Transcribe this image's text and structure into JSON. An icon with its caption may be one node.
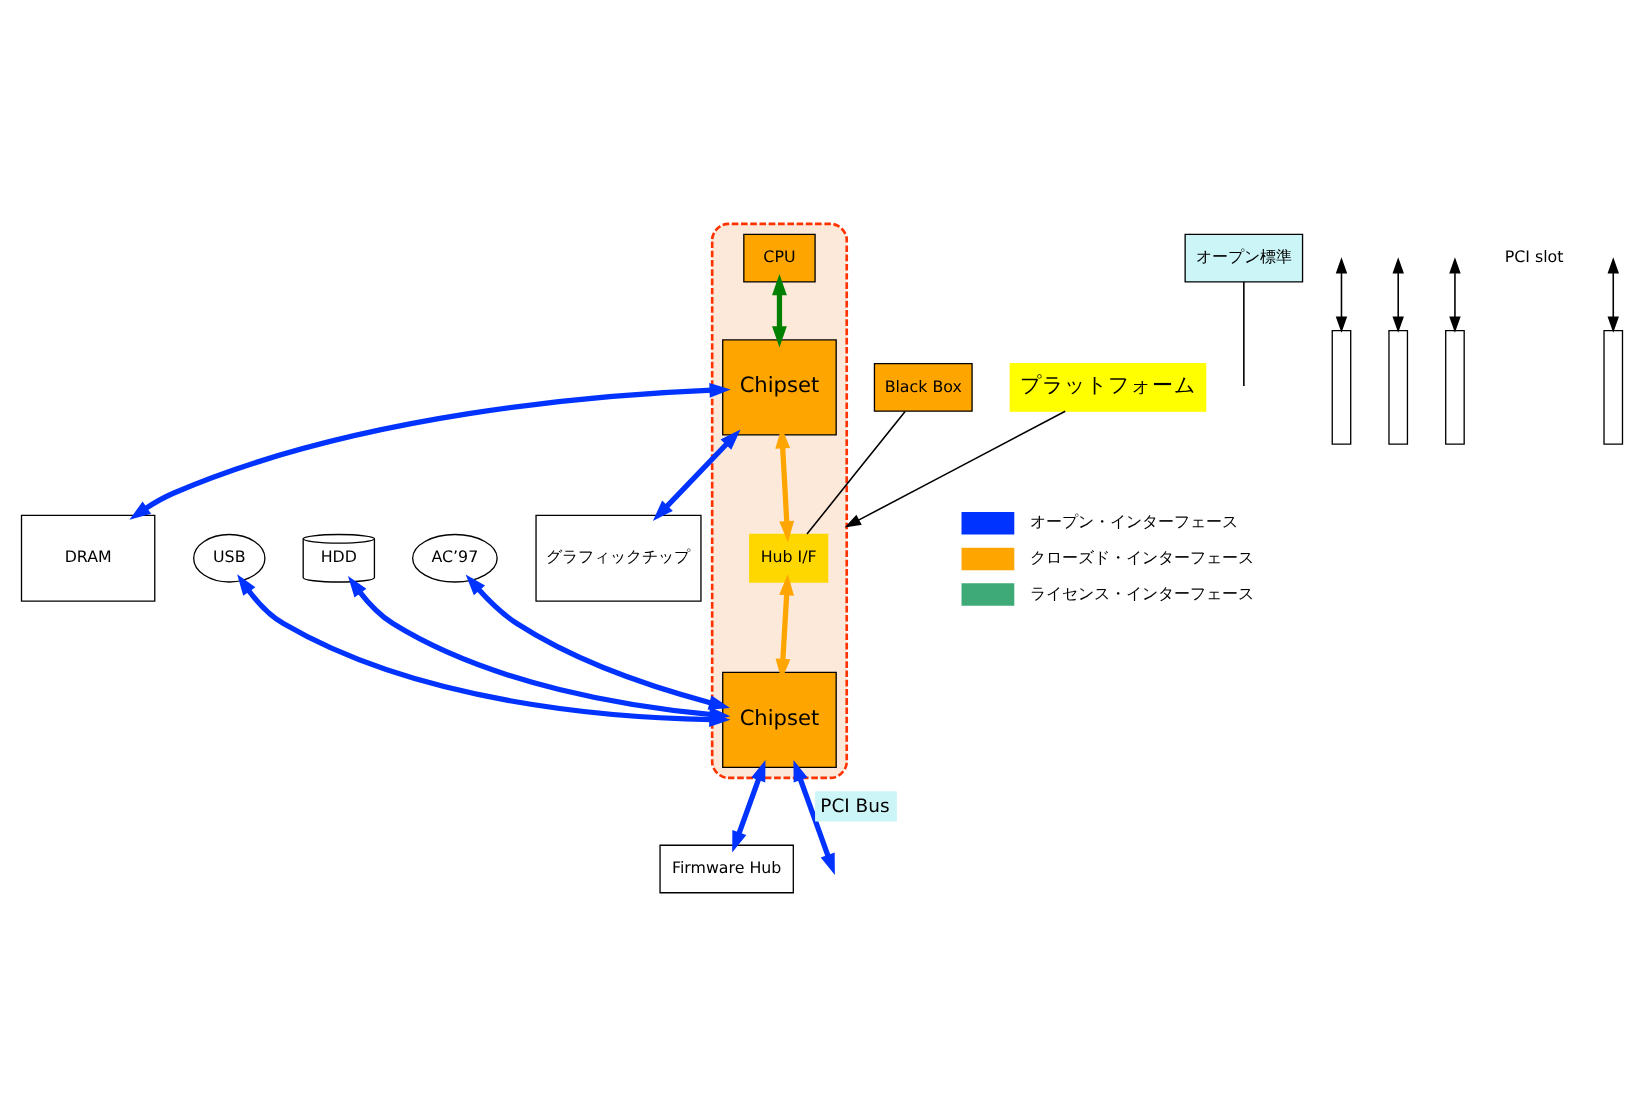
{
  "diagram": {
    "nodes": [
      {
        "text": [],
        "shape": "box"
      },
      {
        "text": [
          "CPU"
        ],
        "in": 0
      },
      {
        "text": [
          "Chipset"
        ],
        "in": 0
      },
      {
        "text": [
          "Hub I/F"
        ],
        "in": 0
      },
      {
        "text": [
          "Chipset"
        ],
        "in": 0
      },
      {
        "text": [
          "グラフィックチップ"
        ]
      },
      {
        "text": [
          "DRAM"
        ]
      },
      {
        "text": [
          "AC’97"
        ]
      },
      {
        "text": [
          "USB"
        ]
      },
      {
        "text": [
          "HDD"
        ]
      },
      {
        "text": [
          "Firmware Hub"
        ]
      },
      {
        "text": [
          "プラットフォーム"
        ]
      },
      {
        "text": [
          "Black Box"
        ]
      },
      {
        "text": [
          "オープン標準"
        ]
      },
      {
        "text": [],
        "shape": "bar"
      },
      {
        "text": [],
        "shape": "bar"
      },
      {
        "text": [],
        "shape": "bar"
      },
      {
        "text": [],
        "shape": "bar"
      }
    ],
    "edges": [
      {
        "from": 1,
        "to": 2,
        "arrow": "both",
        "color": "#008000"
      },
      {
        "from": 5,
        "to": 2,
        "arrow": "both"
      },
      {
        "from": 2,
        "to": 6,
        "arrow": "both"
      },
      {
        "from": 2,
        "to": 3,
        "arrow": "both",
        "color": "#ffa500"
      },
      {
        "from": 3,
        "to": 4,
        "arrow": "both",
        "color": "#ffa500"
      },
      {
        "from": 7,
        "to": 4,
        "arrow": "both"
      },
      {
        "from": 8,
        "to": 4,
        "arrow": "both"
      },
      {
        "from": 9,
        "to": 4,
        "arrow": "both"
      },
      {
        "from": 4,
        "to": 10,
        "arrow": "both"
      },
      {
        "from": 4,
        "to": null,
        "arrow": "both",
        "label": "PCI Bus"
      },
      {
        "from": 11,
        "to": 0,
        "arrow": "to",
        "color": "#000000"
      },
      {
        "from": 12,
        "to": 3,
        "arrow": "none",
        "color": "#000000"
      },
      {
        "from": 13,
        "to": null,
        "arrow": "none",
        "color": "#000000"
      },
      {
        "from": null,
        "to": 14,
        "arrow": "both",
        "color": "#000000"
      },
      {
        "from": null,
        "to": 15,
        "arrow": "both",
        "color": "#000000"
      },
      {
        "from": null,
        "to": 16,
        "arrow": "both",
        "color": "#000000"
      },
      {
        "from": null,
        "to": 17,
        "arrow": "both",
        "color": "#000000"
      }
    ],
    "labels": [
      "PCI slot"
    ],
    "legend": [
      {
        "text": "オープン・インターフェース",
        "color": "#0033ff"
      },
      {
        "text": "クローズド・インターフェース",
        "color": "#ffa500"
      },
      {
        "text": "ライセンス・インターフェース",
        "color": "#3daa78"
      }
    ]
  }
}
